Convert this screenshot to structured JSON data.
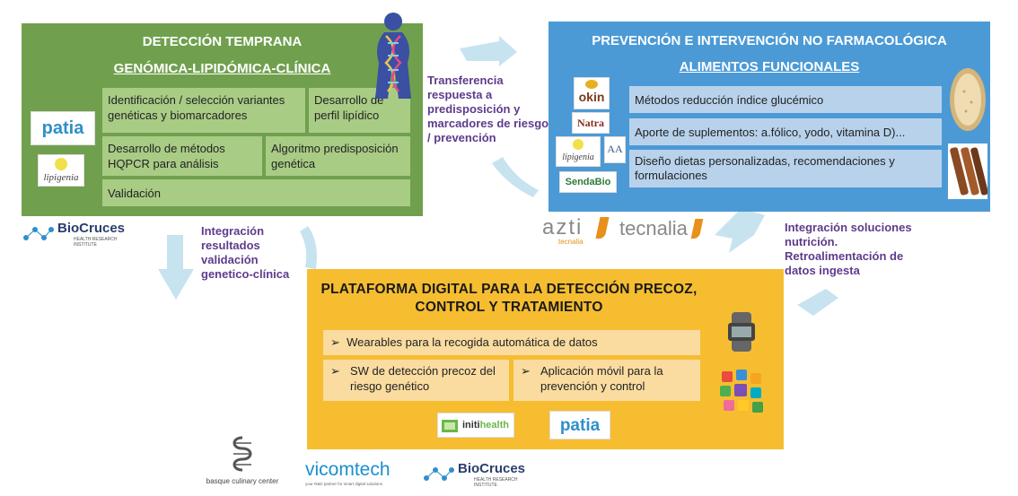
{
  "detection": {
    "title1": "DETECCIÓN TEMPRANA",
    "title2": "GENÓMICA-LIPIDÓMICA-CLÍNICA",
    "cells": [
      "Identificación / selección variantes genéticas y biomarcadores",
      "Desarrollo de perfil lipídico",
      "Desarrollo de métodos HQPCR para análisis",
      "Algoritmo predisposición genética",
      "Validación"
    ]
  },
  "prevention": {
    "title1": "PREVENCIÓN E INTERVENCIÓN NO FARMACOLÓGICA",
    "title2": "ALIMENTOS FUNCIONALES",
    "cells": [
      "Métodos reducción índice glucémico",
      "Aporte de suplementos: a.fólico, yodo, vitamina D)...",
      "Diseño dietas personalizadas, recomendaciones y formulaciones"
    ]
  },
  "platform": {
    "title1": "PLATAFORMA DIGITAL PARA LA DETECCIÓN PRECOZ,",
    "title2": "CONTROL Y TRATAMIENTO",
    "cells": [
      "Wearables para la recogida automática de datos",
      "SW de detección precoz del riesgo genético",
      "Aplicación móvil para la prevención y control"
    ],
    "bullet": "➢"
  },
  "flows": {
    "top": "Transferencia respuesta a predisposición y marcadores de riesgo / prevención",
    "left": "Integración resultados validación genetico-clínica",
    "right": "Integración soluciones nutrición. Retroalimentación de datos ingesta"
  },
  "logos": {
    "patia": "patia",
    "lipigenia": "lipigenia",
    "biocruces": "BioCruces",
    "biocruces_sub": "HEALTH RESEARCH INSTITUTE",
    "okin": "okin",
    "natra": "Natra",
    "sendabio": "SendaBio",
    "azti": "azti",
    "azti_sub": "tecnalia",
    "tecnalia": "tecnalia",
    "initi": "initi",
    "health": "health",
    "bcc": "basque culinary center",
    "vicomtech": "vicomtech",
    "vicomtech_sub": "your R&D partner for smart digital solutions"
  },
  "colors": {
    "green": "#70a04e",
    "blue": "#4b9ad6",
    "yellow": "#f6bd31",
    "flow_text": "#5e3b8c",
    "arrow": "#c7e3ef"
  }
}
